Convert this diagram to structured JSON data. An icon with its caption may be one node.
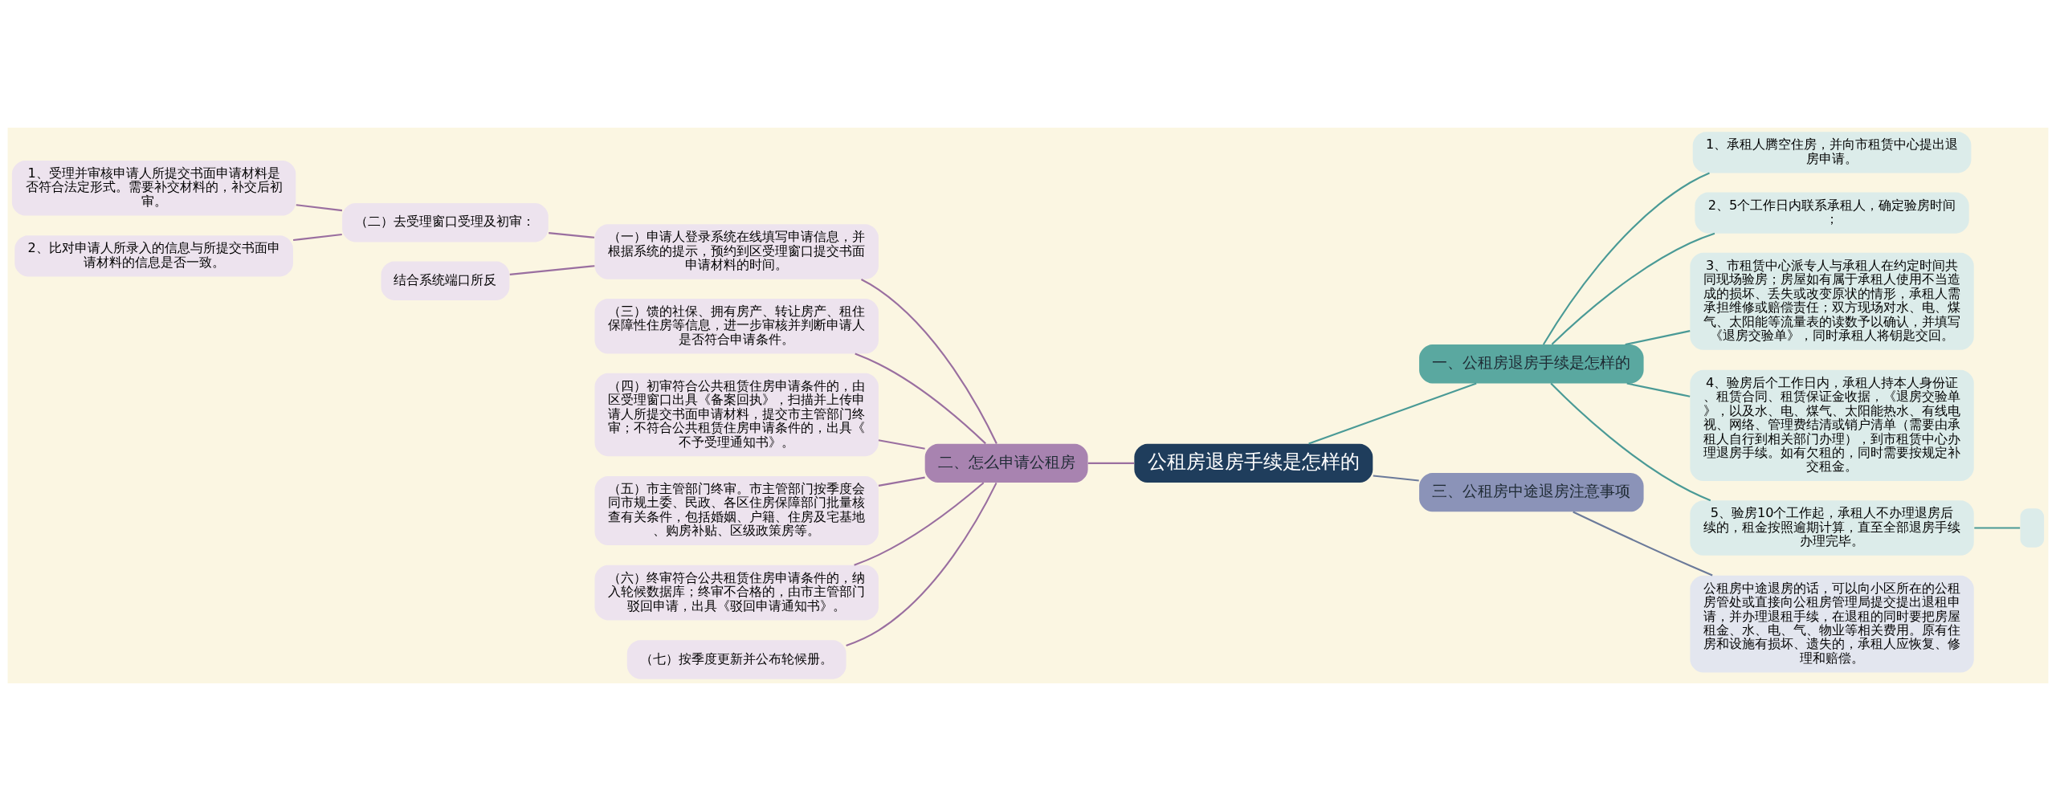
{
  "diagram": {
    "nodes": [
      {
        "text": [
          "公租房退房手续是怎样的"
        ]
      },
      {
        "text": [
          "一、公租房退房手续是怎样的"
        ]
      },
      {
        "text": [
          "1、承租人腾空住房，并向市租赁中心提出退房申请。"
        ]
      },
      {
        "text": [
          "2、5个工作日内联系承租人，确定验房时间；"
        ]
      },
      {
        "text": [
          "3、市租赁中心派专人与承租人在约定时间共同现场验房；房屋如有属于承租人使用不当造成的损坏、丢失或改变原状的情形，承租人需承担维修或赔偿责任；双方现场对水、电、煤气、太阳能等流量表的读数予以确认，并填写《退房交验单》，同时承租人将钥匙交回。"
        ]
      },
      {
        "text": [
          "4、验房后个工作日内，承租人持本人身份证、租赁合同、租赁保证金收据，《退房交验单》，以及水、电、煤气、太阳能热水、有线电视、网络、管理费结清或销户清单（需要由承租人自行到相关部门办理），到市租赁中心办理退房手续。如有欠租的，同时需要按规定补交租金。"
        ]
      },
      {
        "text": [
          "5、验房10个工作起，承租人不办理退房后续的，租金按照逾期计算，直至全部退房手续办理完毕。"
        ]
      },
      {
        "text": [],
        "shape": "box"
      },
      {
        "text": [
          "二、怎么申请公租房"
        ]
      },
      {
        "text": [
          "（一）申请人登录系统在线填写申请信息，并根据系统的提示，预约到区受理窗口提交书面申请材料的时间。"
        ]
      },
      {
        "text": [
          "（二）去受理窗口受理及初审："
        ]
      },
      {
        "text": [
          "1、受理并审核申请人所提交书面申请材料是否符合法定形式。需要补交材料的，补交后初审。"
        ]
      },
      {
        "text": [
          "2、比对申请人所录入的信息与所提交书面申请材料的信息是否一致。"
        ]
      },
      {
        "text": [
          "结合系统端口所反"
        ]
      },
      {
        "text": [
          "（三）馈的社保、拥有房产、转让房产、租住保障性住房等信息，进一步审核并判断申请人是否符合申请条件。"
        ]
      },
      {
        "text": [
          "（四）初审符合公共租赁住房申请条件的，由区受理窗口出具《备案回执》，扫描并上传申请人所提交书面申请材料，提交市主管部门终审；不符合公共租赁住房申请条件的，出具《不予受理通知书》。"
        ]
      },
      {
        "text": [
          "（五）市主管部门终审。市主管部门按季度会同市规土委、民政、各区住房保障部门批量核查有关条件，包括婚姻、户籍、住房及宅基地、购房补贴、区级政策房等。"
        ]
      },
      {
        "text": [
          "（六）终审符合公共租赁住房申请条件的，纳入轮候数据库；终审不合格的，由市主管部门驳回申请，出具《驳回申请通知书》。"
        ]
      },
      {
        "text": [
          "（七）按季度更新并公布轮候册。"
        ]
      },
      {
        "text": [
          "三、公租房中途退房注意事项"
        ]
      },
      {
        "text": [
          "公租房中途退房的话，可以向小区所在的公租房管处或直接向公租房管理局提交提出退租申请，并办理退租手续，在退租的同时要把房屋租金、水、电、气、物业等相关费用。原有住房和设施有损坏、遗失的，承租人应恢复、修理和赔偿。"
        ]
      }
    ],
    "edges": [
      {
        "from": 0,
        "to": 1,
        "arrow": "none",
        "color": "#4a9a96"
      },
      {
        "from": 1,
        "to": 2,
        "arrow": "none",
        "color": "#4a9a96"
      },
      {
        "from": 1,
        "to": 3,
        "arrow": "none",
        "color": "#4a9a96"
      },
      {
        "from": 1,
        "to": 4,
        "arrow": "none",
        "color": "#4a9a96"
      },
      {
        "from": 1,
        "to": 5,
        "arrow": "none",
        "color": "#4a9a96"
      },
      {
        "from": 1,
        "to": 6,
        "arrow": "none",
        "color": "#4a9a96"
      },
      {
        "from": 6,
        "to": 7,
        "arrow": "none",
        "color": "#4a9a96"
      },
      {
        "from": 0,
        "to": 8,
        "arrow": "none"
      },
      {
        "from": 8,
        "to": 9,
        "arrow": "none"
      },
      {
        "from": 9,
        "to": 10,
        "arrow": "none"
      },
      {
        "from": 10,
        "to": 11,
        "arrow": "none"
      },
      {
        "from": 10,
        "to": 12,
        "arrow": "none"
      },
      {
        "from": 9,
        "to": 13,
        "arrow": "none"
      },
      {
        "from": 8,
        "to": 14,
        "arrow": "none"
      },
      {
        "from": 8,
        "to": 15,
        "arrow": "none"
      },
      {
        "from": 8,
        "to": 16,
        "arrow": "none"
      },
      {
        "from": 8,
        "to": 17,
        "arrow": "none"
      },
      {
        "from": 8,
        "to": 18,
        "arrow": "none"
      },
      {
        "from": 0,
        "to": 19,
        "arrow": "none",
        "color": "#6b7a9a"
      },
      {
        "from": 19,
        "to": 20,
        "arrow": "none",
        "color": "#6b7a9a"
      }
    ]
  }
}
